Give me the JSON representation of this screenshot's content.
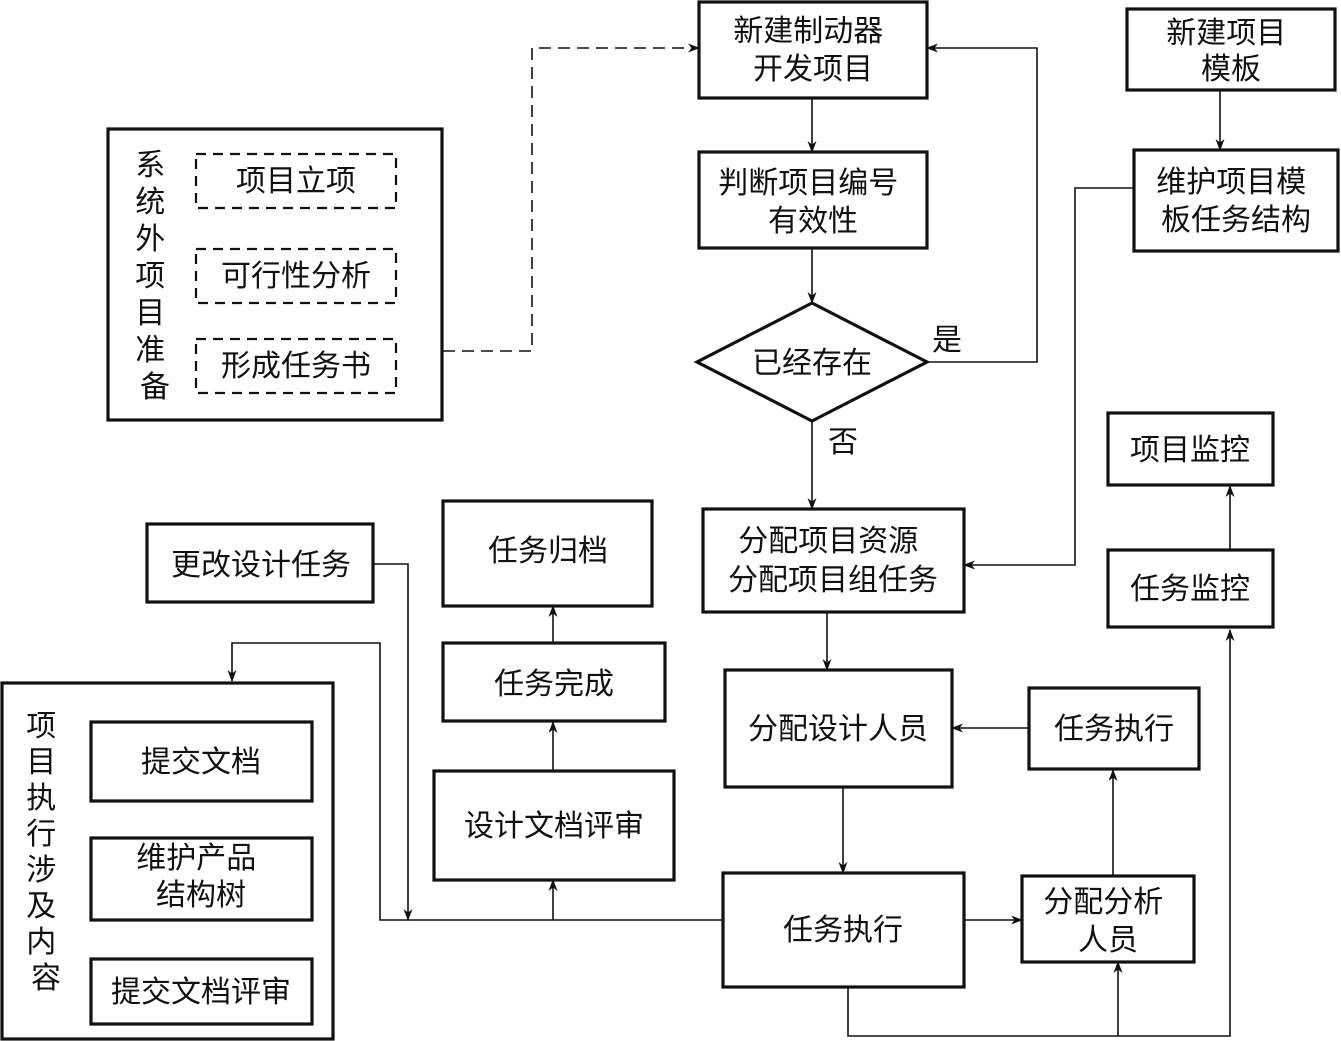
{
  "nodes": {
    "new_project": [
      "新建制动器",
      "开发项目"
    ],
    "check_number": [
      "判断项目编号",
      "有效性"
    ],
    "exists": [
      "已经存在"
    ],
    "new_template": [
      "新建项目",
      "模板"
    ],
    "maintain_template": [
      "维护项目模",
      "板任务结构"
    ],
    "allocate_resources": [
      "分配项目资源",
      "分配项目组任务"
    ],
    "assign_designers": [
      "分配设计人员"
    ],
    "task_exec_main": [
      "任务执行"
    ],
    "assign_analysts": [
      "分配分析",
      "人员"
    ],
    "task_exec_upper": [
      "任务执行"
    ],
    "task_monitor": [
      "任务监控"
    ],
    "project_monitor": [
      "项目监控"
    ],
    "design_review": [
      "设计文档评审"
    ],
    "task_complete": [
      "任务完成"
    ],
    "task_archive": [
      "任务归档"
    ],
    "change_design": [
      "更改设计任务"
    ]
  },
  "groups": {
    "prep": {
      "title": [
        "系",
        "统",
        "外",
        "项",
        "目",
        "准",
        "备"
      ],
      "items": [
        "项目立项",
        "可行性分析",
        "形成任务书"
      ]
    },
    "exec": {
      "title": [
        "项",
        "目",
        "执",
        "行",
        "涉",
        "及",
        "内",
        "容"
      ],
      "items": [
        [
          "提交文档"
        ],
        [
          "维护产品",
          "结构树"
        ],
        [
          "提交文档评审"
        ]
      ]
    }
  },
  "edge_labels": {
    "yes": "是",
    "no": "否"
  }
}
